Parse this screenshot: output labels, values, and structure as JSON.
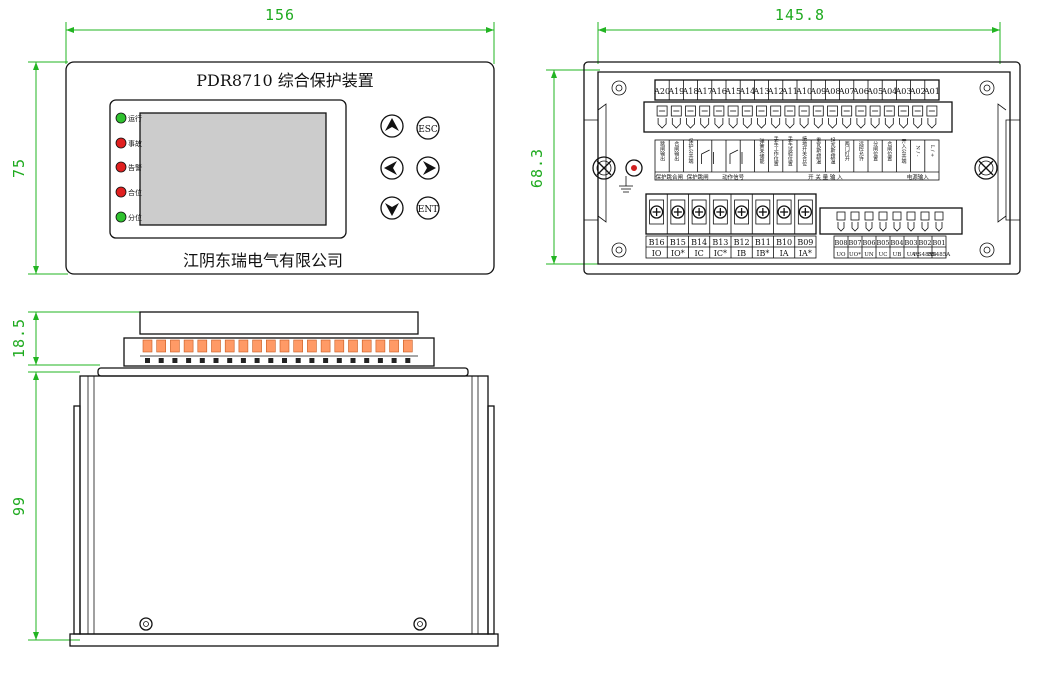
{
  "dimensions": {
    "front_width": "156",
    "rear_width": "145.8",
    "front_height": "75",
    "rear_height": "68.3",
    "terminal_height": "18.5",
    "depth": "99"
  },
  "front_panel": {
    "title": "PDR8710 综合保护装置",
    "manufacturer": "江阴东瑞电气有限公司",
    "leds": [
      {
        "label": "运行",
        "color": "#2ec12e"
      },
      {
        "label": "事故",
        "color": "#e02020"
      },
      {
        "label": "告警",
        "color": "#e02020"
      },
      {
        "label": "合位",
        "color": "#e02020"
      },
      {
        "label": "分位",
        "color": "#2ec12e"
      }
    ],
    "buttons": {
      "up_icon": "arrow-up",
      "left_icon": "arrow-left",
      "right_icon": "arrow-right",
      "down_icon": "arrow-down",
      "esc": "ESC",
      "ent": "ENT"
    }
  },
  "rear_panel": {
    "top_terminals": [
      "A20",
      "A19",
      "A18",
      "A17",
      "A16",
      "A15",
      "A14",
      "A13",
      "A12",
      "A11",
      "A10",
      "A09",
      "A08",
      "A07",
      "A06",
      "A05",
      "A04",
      "A03",
      "A02",
      "A01"
    ],
    "top_functions": [
      "跳闸输出",
      "合闸输出",
      "保护公共端",
      "",
      "",
      "",
      "",
      "弹簧未储能",
      "手车工作位置",
      "手车试验位置",
      "接地开关合位",
      "重瓦斯/超温",
      "轻瓦斯/超温",
      "两门打开",
      "远控允许",
      "分闸位置",
      "合闸位置",
      "开入公共端",
      "N / -",
      "L / +"
    ],
    "top_groups": [
      "保护跳合闸",
      "保护跳闸",
      "动作信号",
      "开 关 量 输 入",
      "电源输入"
    ],
    "bottom_left_terminals": [
      "B16",
      "B15",
      "B14",
      "B13",
      "B12",
      "B11",
      "B10",
      "B09"
    ],
    "bottom_left_labels": [
      "IO",
      "IO*",
      "IC",
      "IC*",
      "IB",
      "IB*",
      "IA",
      "IA*"
    ],
    "bottom_right_terminals": [
      "B08",
      "B07",
      "B06",
      "B05",
      "B04",
      "B03",
      "B02",
      "B01"
    ],
    "bottom_right_labels": [
      "UO",
      "UO*",
      "UN",
      "UC",
      "UB",
      "UA",
      "RS485B",
      "RS485A"
    ]
  }
}
